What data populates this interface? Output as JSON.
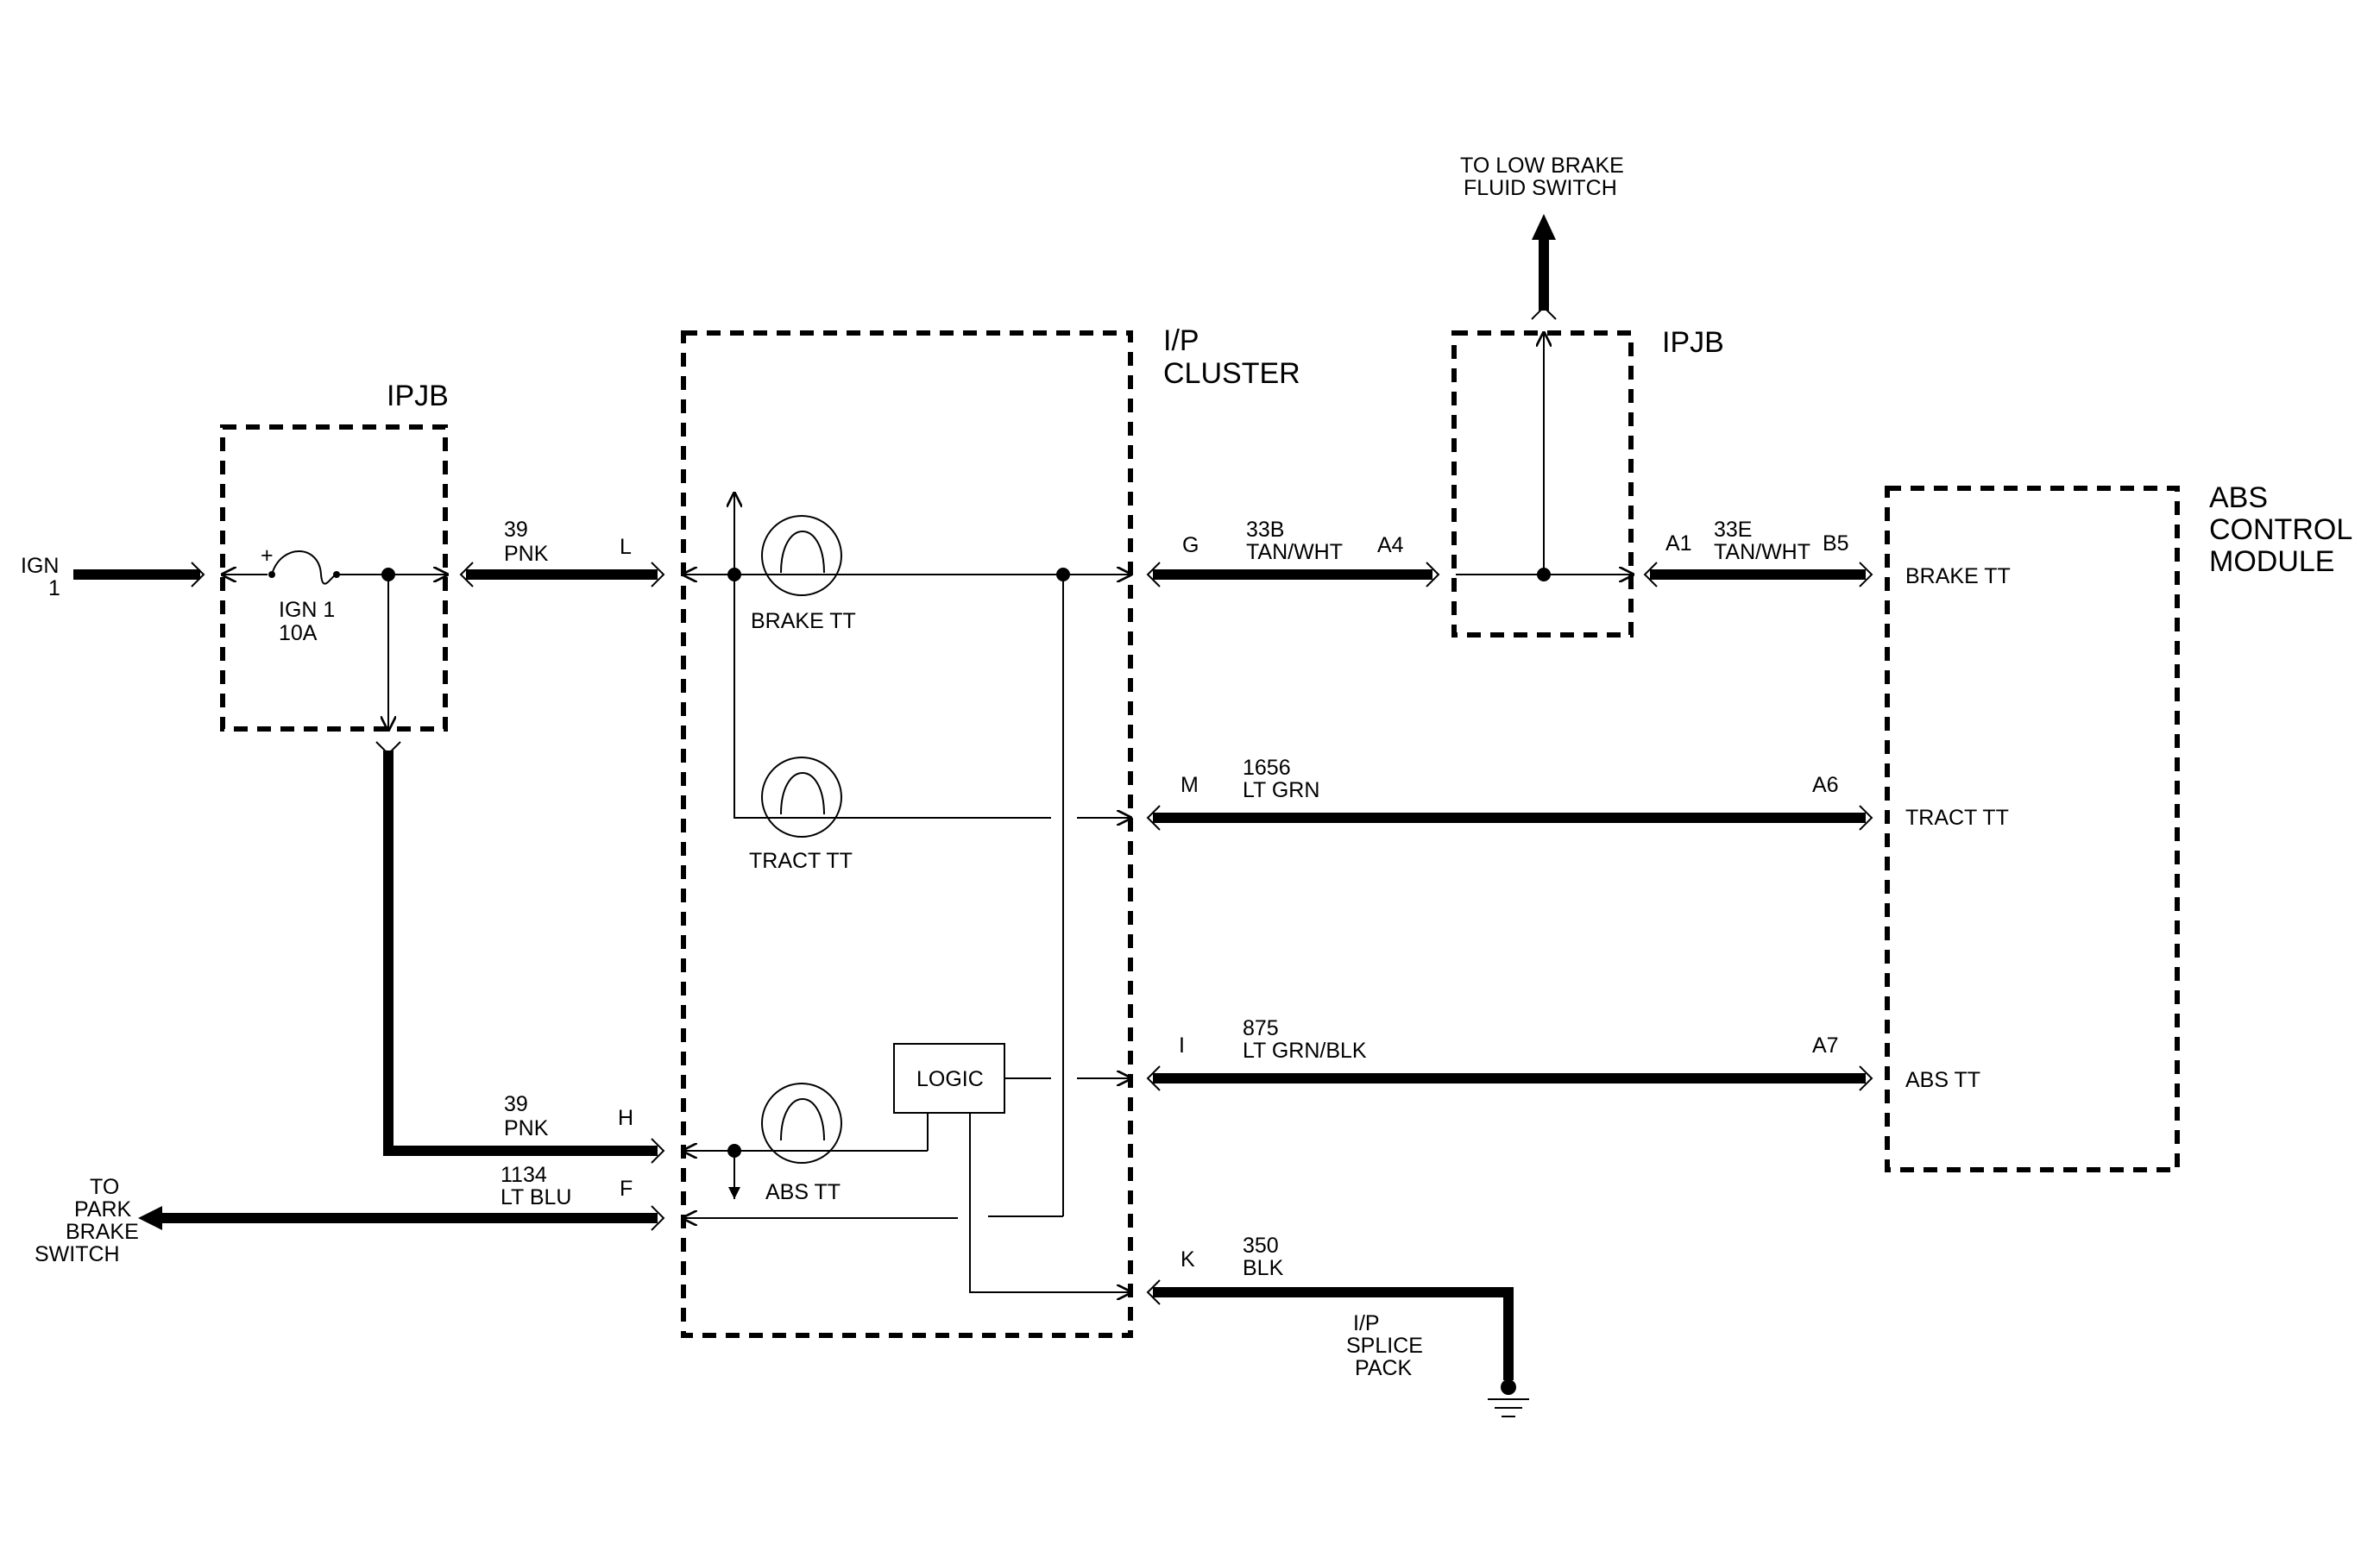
{
  "components": {
    "ipjb_left": {
      "label": "IPJB"
    },
    "ipjb_right": {
      "label": "IPJB"
    },
    "ip_cluster": {
      "line1": "I/P",
      "line2": "CLUSTER"
    },
    "abs_module": {
      "line1": "ABS",
      "line2": "CONTROL",
      "line3": "MODULE"
    },
    "fuse": {
      "line1": "IGN 1",
      "line2": "10A",
      "polarity": "+"
    },
    "logic": {
      "label": "LOGIC"
    },
    "lamps": {
      "brake": "BRAKE TT",
      "tract": "TRACT TT",
      "abs": "ABS TT"
    },
    "module_pins": {
      "brake": "BRAKE TT",
      "tract": "TRACT TT",
      "abs": "ABS TT"
    }
  },
  "sources": {
    "ign": {
      "line1": "IGN",
      "line2": "1"
    },
    "park_brake": {
      "line1": "TO",
      "line2": "PARK",
      "line3": "BRAKE",
      "line4": "SWITCH"
    },
    "low_brake_fluid": {
      "line1": "TO LOW BRAKE",
      "line2": "FLUID SWITCH"
    },
    "splice": {
      "line1": "I/P",
      "line2": "SPLICE",
      "line3": "PACK"
    }
  },
  "wires": {
    "w39_top": {
      "circuit": "39",
      "color": "PNK",
      "pin": "L"
    },
    "w39_bottom": {
      "circuit": "39",
      "color": "PNK",
      "pin": "H"
    },
    "w1134": {
      "circuit": "1134",
      "color": "LT BLU",
      "pin": "F"
    },
    "w33b": {
      "circuit": "33B",
      "color": "TAN/WHT",
      "pin_start": "G",
      "pin_end": "A4"
    },
    "w33e": {
      "circuit": "33E",
      "color": "TAN/WHT",
      "pin_start": "A1",
      "pin_end": "B5"
    },
    "w1656": {
      "circuit": "1656",
      "color": "LT GRN",
      "pin_start": "M",
      "pin_end": "A6"
    },
    "w875": {
      "circuit": "875",
      "color": "LT GRN/BLK",
      "pin_start": "I",
      "pin_end": "A7"
    },
    "w350": {
      "circuit": "350",
      "color": "BLK",
      "pin_start": "K"
    }
  }
}
